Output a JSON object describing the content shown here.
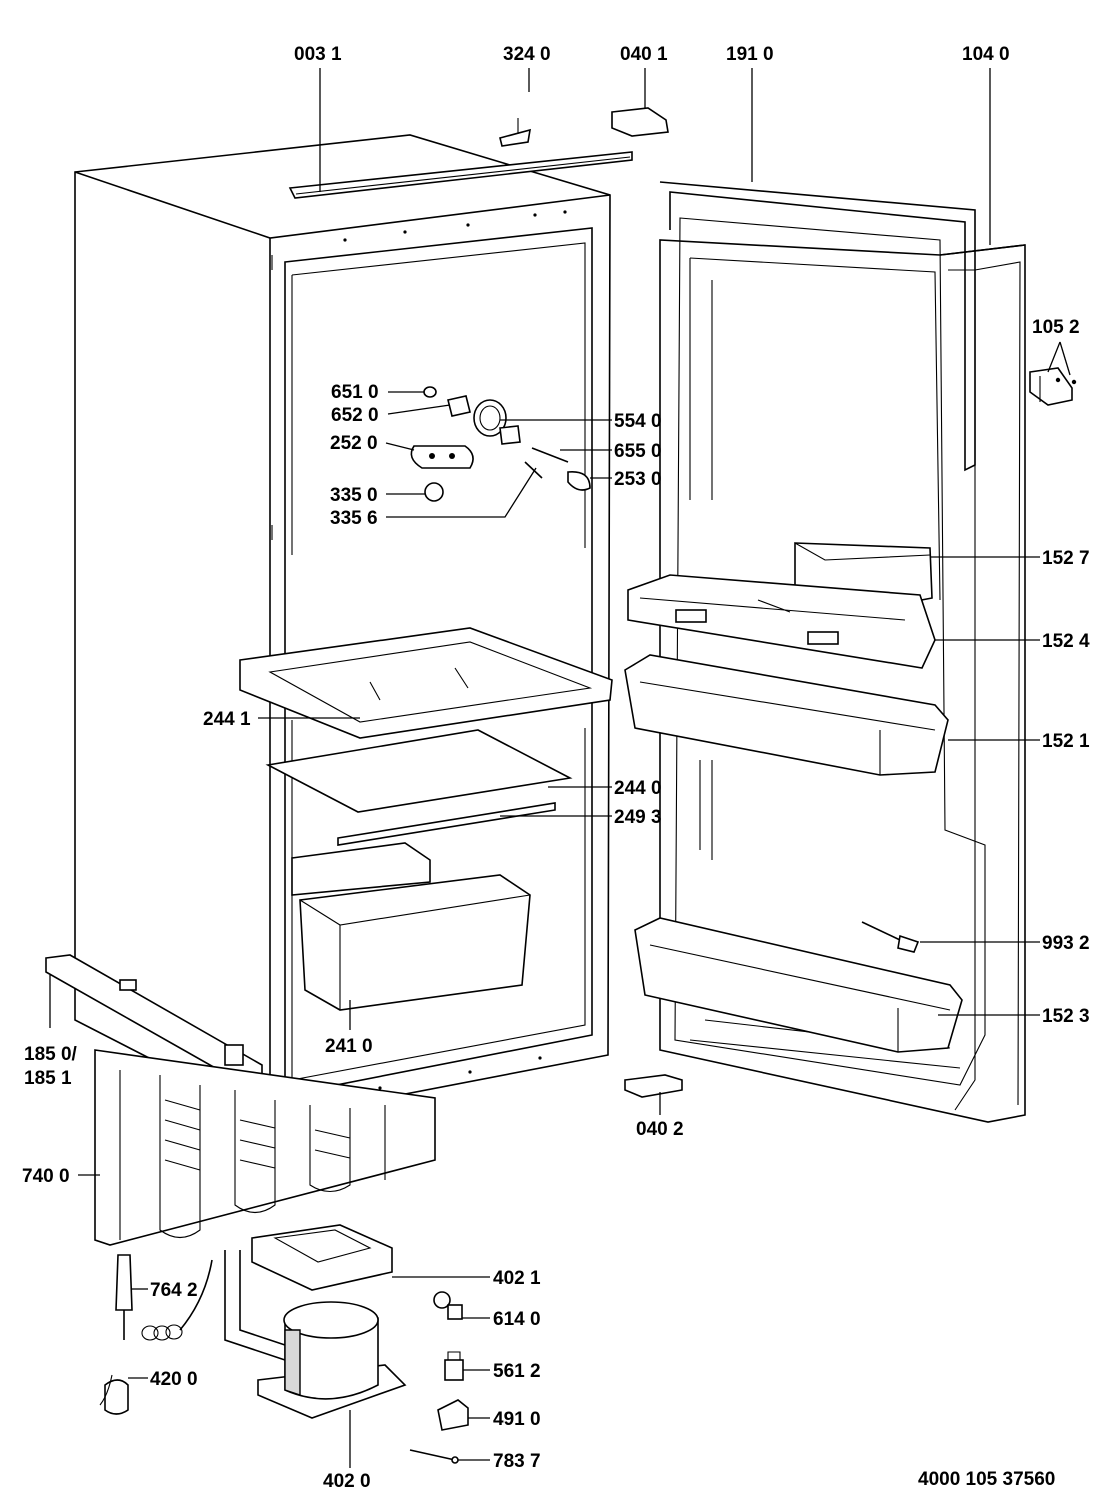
{
  "labels": {
    "p0031": "003 1",
    "p3240": "324 0",
    "p0401": "040 1",
    "p1910": "191 0",
    "p1040": "104 0",
    "p1052": "105 2",
    "p6510": "651 0",
    "p6520": "652 0",
    "p5540": "554 0",
    "p2520": "252 0",
    "p6550": "655 0",
    "p2530": "253 0",
    "p3350": "335 0",
    "p3356": "335 6",
    "p1527": "152 7",
    "p1524": "152 4",
    "p2441": "244 1",
    "p1521": "152 1",
    "p2440": "244 0",
    "p2493": "249 3",
    "p9932": "993 2",
    "p1523": "152 3",
    "p1850": "185 0/",
    "p1851": "185 1",
    "p2410": "241 0",
    "p0402": "040 2",
    "p7400": "740 0",
    "p4021": "402 1",
    "p7642": "764 2",
    "p6140": "614 0",
    "p5612": "561 2",
    "p4200": "420 0",
    "p4910": "491 0",
    "p7837": "783 7",
    "p4020": "402 0"
  },
  "document_number": "4000 105 37560"
}
